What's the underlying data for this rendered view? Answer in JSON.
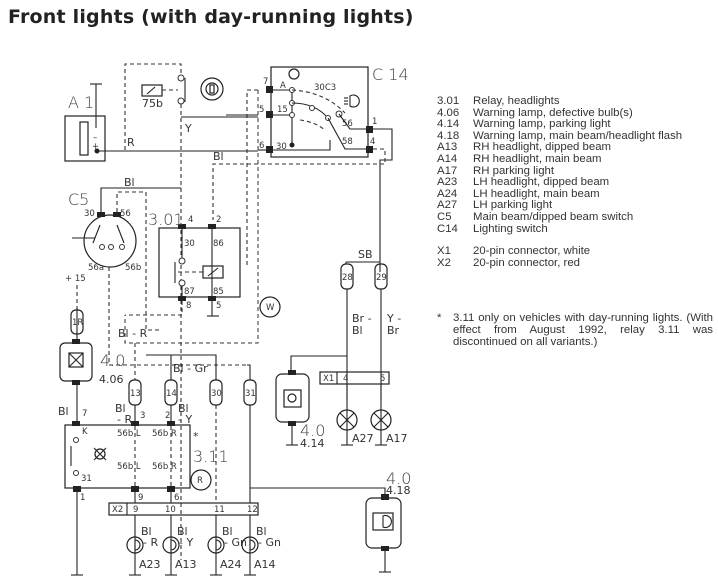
{
  "title": "Front lights (with day-running lights)",
  "legend": [
    {
      "code": "3.01",
      "desc": "Relay, headlights"
    },
    {
      "code": "4.06",
      "desc": "Warning lamp, defective bulb(s)"
    },
    {
      "code": "4.14",
      "desc": "Warning lamp, parking light"
    },
    {
      "code": "4.18",
      "desc": "Warning lamp, main beam/headlight flash"
    },
    {
      "code": "A13",
      "desc": "RH headlight, dipped beam"
    },
    {
      "code": "A14",
      "desc": "RH headlight, main beam"
    },
    {
      "code": "A17",
      "desc": "RH parking light"
    },
    {
      "code": "A23",
      "desc": "LH headlight, dipped beam"
    },
    {
      "code": "A24",
      "desc": "LH headlight, main beam"
    },
    {
      "code": "A27",
      "desc": "LH parking light"
    },
    {
      "code": "C5",
      "desc": "Main beam/dipped beam switch"
    },
    {
      "code": "C14",
      "desc": "Lighting switch"
    }
  ],
  "connectors": [
    {
      "code": "X1",
      "desc": "20-pin connector, white"
    },
    {
      "code": "X2",
      "desc": "20-pin connector, red"
    }
  ],
  "note": {
    "marker": "*",
    "text": "3.11 only on vehicles with day-running lights. (With effect from August 1992, relay 3.11 was discontinued on all variants.)"
  },
  "components": {
    "battery": "A 1",
    "ignition": "75b",
    "lighting_switch": "C 14",
    "lighting_switch_mark": "30C3",
    "dip_switch": "C5",
    "relay_headlights": "3.01",
    "relay_day_running": "3.11",
    "plus15": "+ 15",
    "w_circle": "W",
    "r_circle": "R",
    "warn_406_a": "4.0",
    "warn_406_b": "4.06",
    "warn_414_a": "4.0",
    "warn_414_b": "4.14",
    "warn_418_a": "4.0",
    "warn_418_b": "4.18",
    "lamp_a23": "A23",
    "lamp_a13": "A13",
    "lamp_a24": "A24",
    "lamp_a14": "A14",
    "lamp_a27": "A27",
    "lamp_a17": "A17"
  },
  "wire_colors": {
    "r": "R",
    "y": "Y",
    "bl1": "Bl",
    "bl2": "Bl",
    "sb": "SB",
    "bl_r": "Bl - R",
    "bl_gr": "Bl - Gr",
    "br_bl_1": "Br -",
    "br_bl_2": "Bl",
    "y_br_1": "Y -",
    "y_br_2": "Br",
    "bl_left": "Bl",
    "bl_r2a": "Bl",
    "bl_r2b": "- R",
    "bl_y2a": "Bl",
    "bl_y2b": "- Y",
    "a23_a": "Bl",
    "a23_b": "- R",
    "a13_a": "Bl",
    "a13_b": "- Y",
    "a24_a": "Bl",
    "a24_b": "- Gn",
    "a14_a": "Bl",
    "a14_b": "- Gn"
  },
  "terminals": {
    "c14_7": "7",
    "c14_a": "A",
    "c14_5": "5",
    "c14_15": "15",
    "c14_6": "6",
    "c14_30": "30",
    "c14_56": "56",
    "c14_58": "58",
    "c14_1": "1",
    "c14_4": "4",
    "c5_30": "30",
    "c5_56": "56",
    "c5_56a": "56a",
    "c5_56b": "56b",
    "r301_4": "4",
    "r301_2": "2",
    "r301_30": "30",
    "r301_86": "86",
    "r301_87": "87",
    "r301_85": "85",
    "r301_8": "8",
    "r301_5": "5",
    "r311_7": "7",
    "r311_k": "K",
    "r311_3": "3",
    "r311_2": "2",
    "r311_56bl_top": "56b L",
    "r311_56br_top": "56b R",
    "r311_56bl_bot": "56b L",
    "r311_56br_bot": "56b R",
    "r311_31": "31",
    "r311_1": "1",
    "r311_9": "9",
    "r311_6": "6"
  },
  "fuses": [
    "1R",
    "13",
    "14",
    "30",
    "31",
    "28",
    "29"
  ],
  "x1": {
    "label": "X1",
    "pins": [
      "4",
      "5"
    ]
  },
  "x2": {
    "label": "X2",
    "pins": [
      "9",
      "10",
      "11",
      "12"
    ]
  }
}
